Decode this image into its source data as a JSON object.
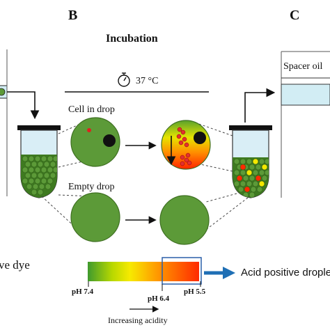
{
  "panels": {
    "b": "B",
    "c": "C"
  },
  "title": "Incubation",
  "temperature": "37 °C",
  "labels": {
    "cell_in_drop": "Cell in drop",
    "empty_drop": "Empty drop",
    "spacer_oil": "Spacer oil",
    "left_partial": "ve dye"
  },
  "ph_scale": {
    "left": "pH 7.4",
    "middle": "pH 6.4",
    "right": "pH 5.5",
    "increasing": "Increasing acidity",
    "result": "Acid positive  drople"
  },
  "colors": {
    "drop_green": "#5c9a38",
    "drop_edge": "#3e6f21",
    "gradient_stops": [
      "#3f9a2e",
      "#f7f000",
      "#ff8a00",
      "#ff2a00"
    ],
    "arrow_blue": "#1f6fb5",
    "spacer_fill": "#d2edf4",
    "cell_red": "#e02020"
  },
  "icons": {
    "timer": "stopwatch-icon"
  }
}
